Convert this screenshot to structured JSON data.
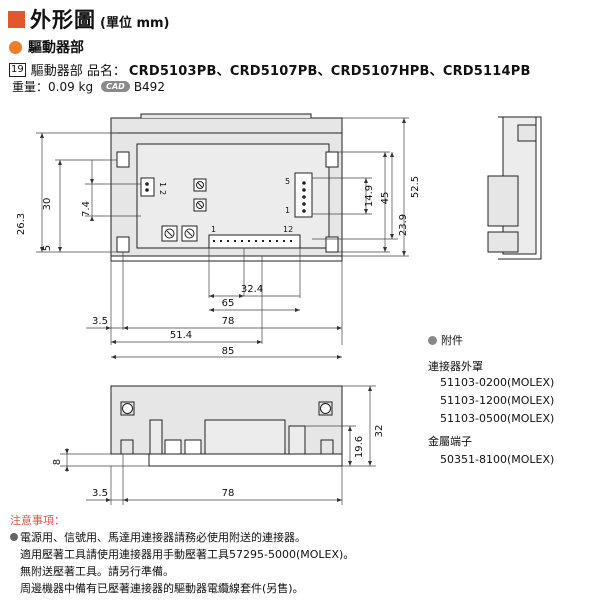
{
  "header": {
    "title": "外形圖",
    "unit": "(單位 mm)"
  },
  "section": {
    "title": "驅動器部"
  },
  "model_line": {
    "number": "19",
    "label": "驅動器部 品名：",
    "models": "CRD5103PB、CRD5107PB、CRD5107HPB、CRD5114PB"
  },
  "weight": {
    "text": "重量：0.09 kg",
    "cad_badge": "CAD",
    "cad_code": "B492"
  },
  "dimensions": {
    "d52_5": "52.5",
    "d45": "45",
    "d14_9": "14.9",
    "d23_9": "23.9",
    "d26_3": "26.3",
    "d30": "30",
    "d7_4": "7.4",
    "d5": "5",
    "d32_4": "32.4",
    "d65": "65",
    "d3_5": "3.5",
    "d78": "78",
    "d51_4": "51.4",
    "d85": "85",
    "d32": "32",
    "d19_6": "19.6",
    "d8": "8",
    "d3_5b": "3.5",
    "d78b": "78"
  },
  "connector_labels": {
    "cn1_1": "1",
    "cn1_2": "2",
    "cn2_5": "5",
    "cn2_1": "1",
    "cn3_1": "1",
    "cn3_12": "12"
  },
  "accessories": {
    "title": "附件",
    "connector_cover_title": "連接器外罩",
    "covers": [
      "51103-0200(MOLEX)",
      "51103-1200(MOLEX)",
      "51103-0500(MOLEX)"
    ],
    "terminal_title": "金屬端子",
    "terminals": [
      "50351-8100(MOLEX)"
    ]
  },
  "notes": {
    "title": "注意事項：",
    "lines": [
      "電源用、信號用、馬達用連接器請務必使用附送的連接器。",
      "適用壓著工具請使用連接器用手動壓著工具57295-5000(MOLEX)。",
      "無附送壓著工具。請另行準備。",
      "周邊機器中備有已壓著連接器的驅動器電纜線套件(另售)。"
    ]
  },
  "colors": {
    "accent_square": "#e2572b",
    "section_dot": "#ee7d2a",
    "note_title": "#d9534f",
    "drawing_fill": "#e6e6e6"
  }
}
